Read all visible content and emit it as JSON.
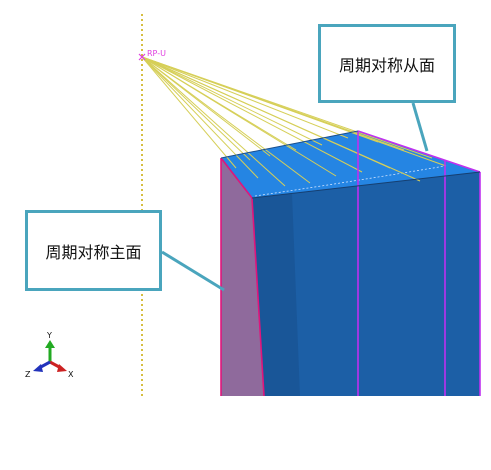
{
  "viewport": {
    "reference_point_label": "RP-U",
    "callout_slave_face": "周期对称从面",
    "callout_master_face": "周期对称主面",
    "triad": {
      "y_label": "Y",
      "x_label": "X",
      "z_label": "Z"
    }
  },
  "colors": {
    "background": "#ffffff",
    "callout_border": "#4aa5bd",
    "top_face": "#2585e3",
    "front_face": "#1c5fa6",
    "master_face": "#8f6a9c",
    "master_edge": "#e0157c",
    "slave_edge": "#c030f0",
    "coupling_lines": "#d6cf58",
    "symmetry_axis": "#c8a800",
    "rp_marker": "#e040e0",
    "triad_y": "#22aa22",
    "triad_x": "#cc2222",
    "triad_z": "#2233bb"
  }
}
